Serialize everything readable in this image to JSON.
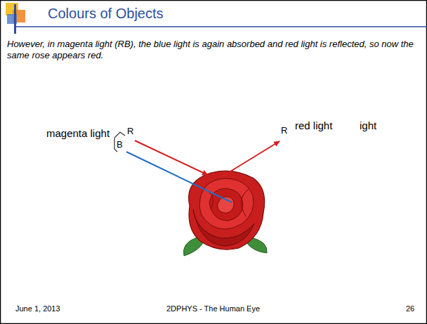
{
  "diagram": {
    "title": "Colours of Objects",
    "labels": [
      "However, in magenta light (RB), the blue light is again absorbed and red light is reflected, so now the same rose appears red.",
      "magenta light",
      "R",
      "B",
      "R",
      "red light",
      "ight",
      "June 1, 2013",
      "2DPHYS - The Human Eye",
      "26"
    ]
  }
}
